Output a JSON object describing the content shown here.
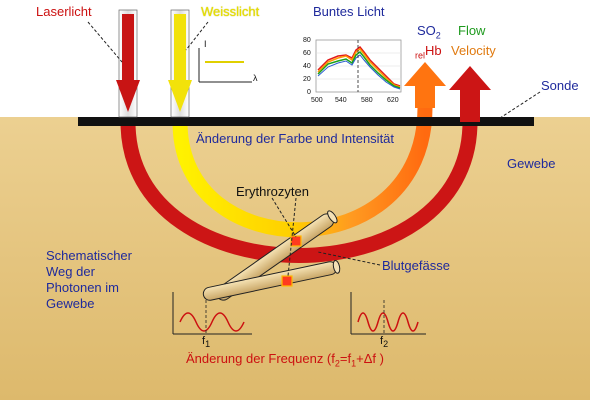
{
  "labels": {
    "laser": "Laserlicht",
    "white": "Weisslicht",
    "colored": "Buntes Licht",
    "so2": "SO",
    "so2_sub": "2",
    "relhb_pre": "rel",
    "relhb": "Hb",
    "flow": "Flow",
    "velocity": "Velocity",
    "sonde": "Sonde",
    "change_color": "Änderung der Farbe und Intensität",
    "gewebe": "Gewebe",
    "erythrozyten": "Erythrozyten",
    "blutgefaesse": "Blutgefässe",
    "schematic_line1": "Schematischer",
    "schematic_line2": "Weg der",
    "schematic_line3": "Photonen im",
    "schematic_line4": "Gewebe",
    "freq_pre": "Änderung der Frequenz (f",
    "freq_sub2": "2",
    "freq_mid": "=f",
    "freq_sub1": "1",
    "freq_post": "+Δf )",
    "f1": "f",
    "f1_sub": "1",
    "f2": "f",
    "f2_sub": "2",
    "inset_I": "I",
    "inset_lambda": "λ"
  },
  "spectrum": {
    "y_ticks": [
      "80",
      "60",
      "40",
      "20",
      "0"
    ],
    "x_ticks": [
      "500",
      "540",
      "580",
      "620"
    ]
  },
  "colors": {
    "tissue": "#e3c278",
    "laser_red": "#d01818",
    "white_yellow": "#fff200",
    "orange": "#ff7a10",
    "probe": "#111111",
    "text_blue": "#1f2a9c",
    "text_red": "#cc1111"
  }
}
